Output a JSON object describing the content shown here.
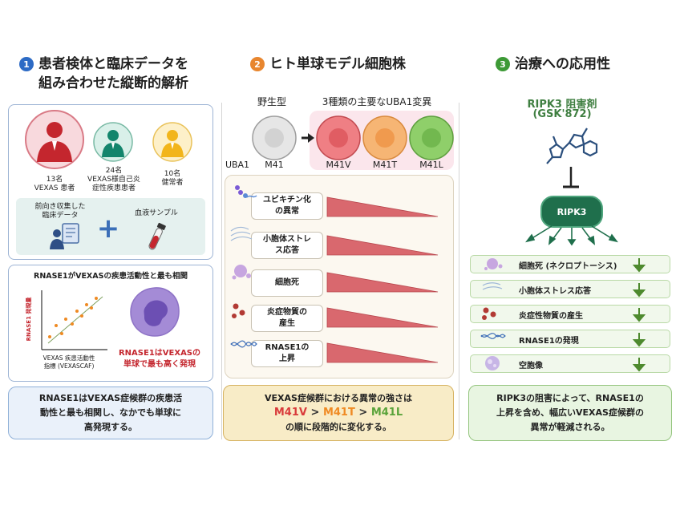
{
  "col1": {
    "num": "1",
    "title_line1": "患者検体と臨床データを",
    "title_line2": "組み合わせた縦断的解析",
    "groups": [
      {
        "count": "13名",
        "label": "VEXAS 患者",
        "color": "#c4262e"
      },
      {
        "count": "24名",
        "label1": "VEXAS様自己炎",
        "label2": "症性疾患患者",
        "color": "#13856c"
      },
      {
        "count": "10名",
        "label": "健常者",
        "color": "#f2b51b"
      }
    ],
    "data_label1": "前向き収集した",
    "data_label2": "臨床データ",
    "plus": "+",
    "blood_label": "血液サンプル",
    "corr_title": "RNASE1がVEXASの疾患活動性と最も相関",
    "scatter_ylabel": "RNASE1 発現量",
    "scatter_xlabel1": "VEXAS 疾患活動性",
    "scatter_xlabel2": "指標 (VEXASCAF)",
    "mono_text1": "RNASE1はVEXASの",
    "mono_text2": "単球で最も高く発現",
    "summary1": "RNASE1はVEXAS症候群の疾患活",
    "summary2": "動性と最も相関し、なかでも単球に",
    "summary3": "高発現する。"
  },
  "col2": {
    "num": "2",
    "title": "ヒト単球モデル細胞株",
    "wt_label": "野生型",
    "variants_label": "3種類の主要なUBA1変異",
    "uba1": "UBA1",
    "cells": [
      {
        "label": "M41",
        "fill": "#e6e6e6",
        "inner": "#d2d2d2",
        "stroke": "#9e9e9e"
      },
      {
        "label": "M41V",
        "fill": "#ef7f84",
        "inner": "#e05d63",
        "stroke": "#c24a50"
      },
      {
        "label": "M41T",
        "fill": "#f6b574",
        "inner": "#f09a4e",
        "stroke": "#d98a3e"
      },
      {
        "label": "M41L",
        "fill": "#8fcf6a",
        "inner": "#72b84f",
        "stroke": "#5e9f3f"
      }
    ],
    "features": [
      {
        "line1": "ユビキチン化",
        "line2": "の異常"
      },
      {
        "line1": "小胞体ストレ",
        "line2": "ス応答"
      },
      {
        "line1": "細胞死",
        "line2": ""
      },
      {
        "line1": "炎症物質の",
        "line2": "産生"
      },
      {
        "line1": "RNASE1の",
        "line2": "上昇"
      }
    ],
    "summary1": "VEXAS症候群における異常の強さは",
    "order": [
      {
        "text": "M41V",
        "color": "#d93b3b"
      },
      {
        "text": ">",
        "color": "#333333"
      },
      {
        "text": "M41T",
        "color": "#ef8a23"
      },
      {
        "text": ">",
        "color": "#333333"
      },
      {
        "text": "M41L",
        "color": "#5aa33a"
      }
    ],
    "summary3": "の順に段階的に変化する。"
  },
  "col3": {
    "num": "3",
    "title": "治療への応用性",
    "drug1": "RIPK3 阻害剤",
    "drug2": "(GSK'872)",
    "target": "RIPK3",
    "outcomes": [
      "細胞死 (ネクロプトーシス)",
      "小胞体ストレス応答",
      "炎症性物質の産生",
      "RNASE1の発現",
      "空胞像"
    ],
    "summary1": "RIPK3の阻害によって、RNASE1の",
    "summary2": "上昇を含め、幅広いVEXAS症候群の",
    "summary3": "異常が軽減される。"
  },
  "colors": {
    "num1": "#2d6bc5",
    "num2": "#e8862f",
    "num3": "#3d9a36",
    "drug": "#3f7f41",
    "ripk3": "#1f6f4c",
    "arrow_down": "#4e8a2e",
    "sum1_bg": "#eaf1fa",
    "sum1_border": "#8fb0d8",
    "sum2_bg": "#f8ecc7",
    "sum2_border": "#d6b260",
    "sum3_bg": "#e8f5e1",
    "sum3_border": "#93c47d"
  }
}
